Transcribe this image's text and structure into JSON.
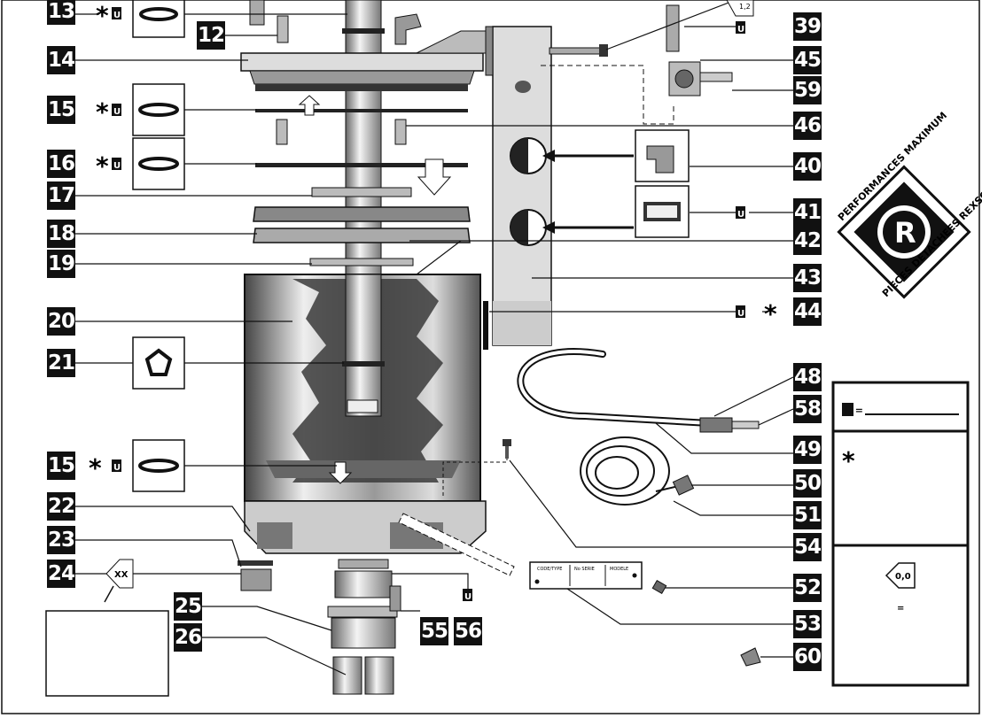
{
  "callouts": [
    "13",
    "12",
    "14",
    "15",
    "16",
    "17",
    "18",
    "19",
    "20",
    "21",
    "15",
    "22",
    "23",
    "24",
    "25",
    "26",
    "55",
    "56",
    "39",
    "45",
    "59",
    "46",
    "40",
    "41",
    "42",
    "43",
    "44",
    "48",
    "58",
    "49",
    "50",
    "51",
    "54",
    "52",
    "53",
    "60"
  ],
  "unit_mark": "U",
  "star_mark": "*",
  "legend": {
    "u_row": "U =",
    "star_row": "*",
    "zero_tag": "0,0",
    "equals": "="
  },
  "tags": {
    "xx": "XX",
    "small": "1,2"
  },
  "logo": {
    "letter": "R",
    "ring_top": "PERFORMANCES MAXIMUM",
    "ring_bottom": "PIECES DETACHEES REXSON"
  },
  "nameplate": {
    "headers": [
      "CODE/TYPE",
      "No SERIE",
      "MODELE"
    ]
  },
  "colors": {
    "ink": "#111111",
    "paper": "#ffffff",
    "grey": "#c8c8c8",
    "dark_grey": "#555555"
  }
}
